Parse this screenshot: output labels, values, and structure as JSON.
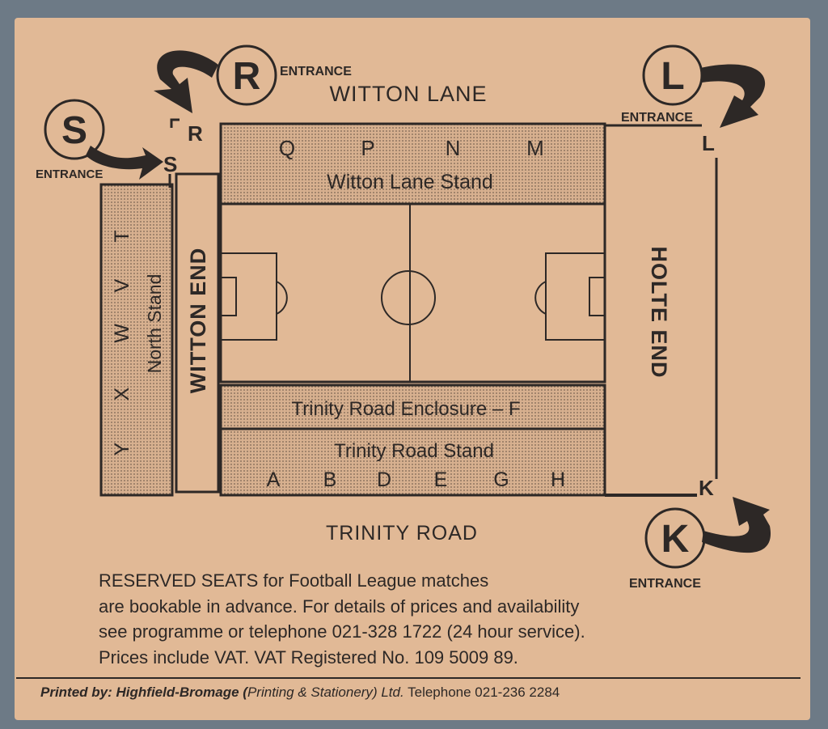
{
  "roads": {
    "north": "WITTON LANE",
    "south": "TRINITY ROAD"
  },
  "entrances": [
    {
      "letter": "R",
      "label": "ENTRANCE"
    },
    {
      "letter": "S",
      "label": "ENTRANCE"
    },
    {
      "letter": "L",
      "label": "ENTRANCE"
    },
    {
      "letter": "K",
      "label": "ENTRANCE"
    }
  ],
  "stands": {
    "witton_lane": {
      "name": "Witton Lane Stand",
      "blocks": [
        "Q",
        "P",
        "N",
        "M"
      ]
    },
    "north": {
      "name": "North Stand",
      "blocks": [
        "T",
        "V",
        "W",
        "X",
        "Y"
      ]
    },
    "witton_end": {
      "name": "WITTON END"
    },
    "holte_end": {
      "name": "HOLTE END"
    },
    "enclosure": {
      "name": "Trinity Road Enclosure – F"
    },
    "trinity_road": {
      "name": "Trinity Road Stand",
      "blocks": [
        "A",
        "B",
        "D",
        "E",
        "G",
        "H"
      ]
    }
  },
  "gate_markers": {
    "r": "R",
    "s": "S",
    "l": "L",
    "k": "K"
  },
  "notice": [
    "RESERVED SEATS for Football League matches",
    "are bookable in advance.  For details of prices and availability",
    "see programme or telephone 021-328 1722 (24 hour service).",
    "Prices include VAT.    VAT Registered No. 109 5009 89."
  ],
  "printer": {
    "prefix": "Printed by: Highfield-Bromage (",
    "mid": "Printing & Stationery",
    "suffix": ") Ltd.",
    "telephone": "Telephone  021-236 2284"
  }
}
